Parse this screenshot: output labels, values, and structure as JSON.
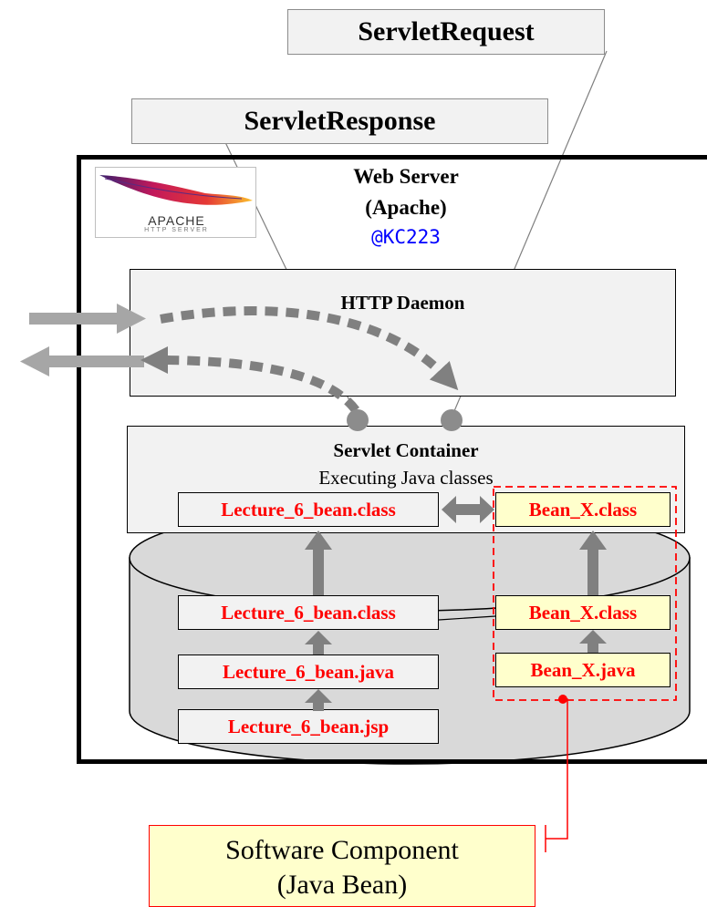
{
  "callouts": {
    "request": "ServletRequest",
    "response": "ServletResponse"
  },
  "web_server": {
    "title": "Web Server",
    "subtitle": "(Apache)",
    "credit": "@KC223",
    "logo_text": "APACHE",
    "logo_subtext": "HTTP SERVER"
  },
  "http_daemon": {
    "title": "HTTP Daemon"
  },
  "servlet_container": {
    "title": "Servlet Container",
    "subtitle": "Executing Java classes",
    "loaded_class": "Lecture_6_bean.class",
    "bean_class": "Bean_X.class"
  },
  "storage": {
    "class_file": "Lecture_6_bean.class",
    "java_file": "Lecture_6_bean.java",
    "jsp_file": "Lecture_6_bean.jsp",
    "bean_class_file": "Bean_X.class",
    "bean_java_file": "Bean_X.java"
  },
  "software_component": {
    "line1": "Software Component",
    "line2": "(Java Bean)"
  },
  "colors": {
    "file_text": "#ff0000",
    "bean_fill": "#ffffcc",
    "credit": "#0000ff",
    "arrow": "#999999"
  }
}
